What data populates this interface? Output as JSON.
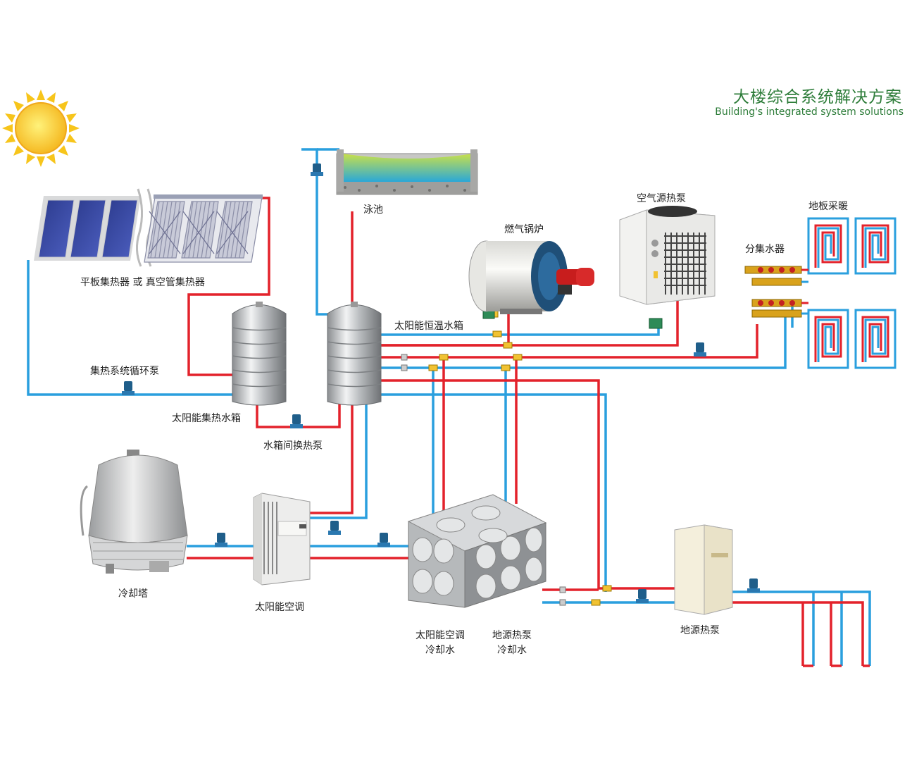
{
  "header": {
    "title_zh": "大楼综合系统解决方案",
    "title_en": "Building's integrated system solutions"
  },
  "labels": {
    "pool": "泳池",
    "collectors": "平板集热器 或 真空管集热器",
    "gas_boiler": "燃气锅炉",
    "air_source_heat_pump": "空气源热泵",
    "floor_heating": "地板采暖",
    "manifold": "分集水器",
    "solar_constant_temp_tank": "太阳能恒温水箱",
    "collector_circulation_pump": "集热系统循环泵",
    "solar_collector_tank": "太阳能集热水箱",
    "tank_exchange_pump": "水箱间换热泵",
    "cooling_tower": "冷却塔",
    "solar_ac": "太阳能空调",
    "solar_ac_cooling_water_line1": "太阳能空调",
    "solar_ac_cooling_water_line2": "冷却水",
    "ground_source_cooling_water_line1": "地源热泵",
    "ground_source_cooling_water_line2": "冷却水",
    "ground_source_heat_pump": "地源热泵"
  },
  "colors": {
    "hot_pipe": "#e3222b",
    "cold_pipe": "#2a9fde",
    "title": "#2e7d3a",
    "sun": "#f7c51b"
  }
}
